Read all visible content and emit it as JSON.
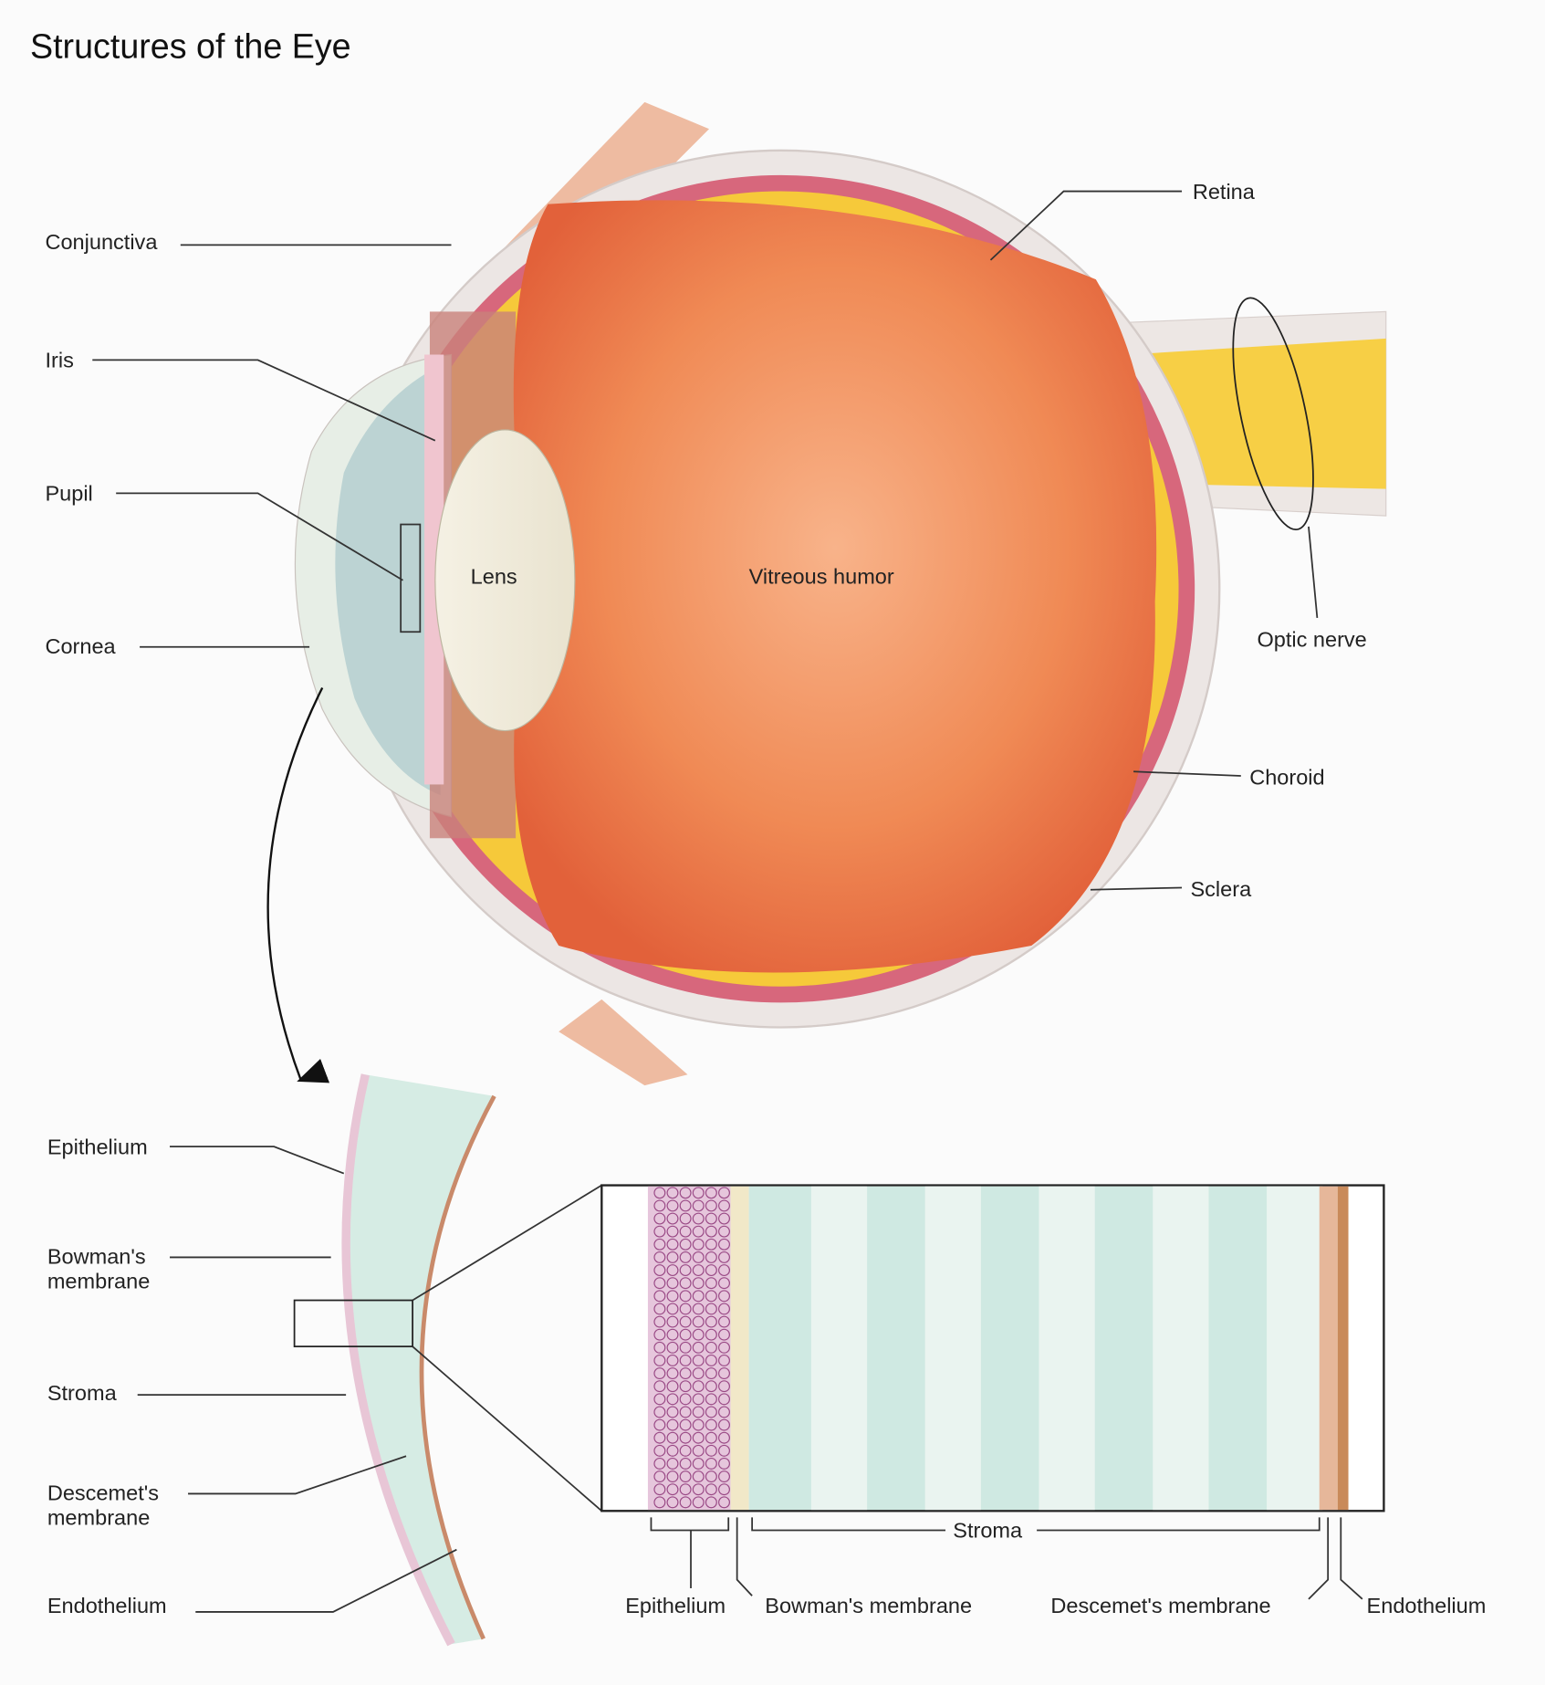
{
  "title": "Structures of the Eye",
  "eye_labels": {
    "conjunctiva": "Conjunctiva",
    "iris": "Iris",
    "pupil": "Pupil",
    "cornea": "Cornea",
    "lens": "Lens",
    "vitreous_humor": "Vitreous humor",
    "retina": "Retina",
    "optic_nerve": "Optic nerve",
    "choroid": "Choroid",
    "sclera": "Sclera"
  },
  "cornea_labels": {
    "epithelium": "Epithelium",
    "bowmans_1": "Bowman's",
    "bowmans_2": "membrane",
    "stroma": "Stroma",
    "descemets_1": "Descemet's",
    "descemets_2": "membrane",
    "endothelium": "Endothelium"
  },
  "inset_labels": {
    "epithelium": "Epithelium",
    "bowmans": "Bowman's membrane",
    "stroma": "Stroma",
    "descemets": "Descemet's membrane",
    "endothelium": "Endothelium"
  },
  "colors": {
    "vitreous": "#f07a45",
    "retina": "#f6c93a",
    "sclera": "#ece6e4",
    "choroid": "#c9556b",
    "stroma": "#cfe9e2",
    "epithelium": "#9a4a86"
  }
}
